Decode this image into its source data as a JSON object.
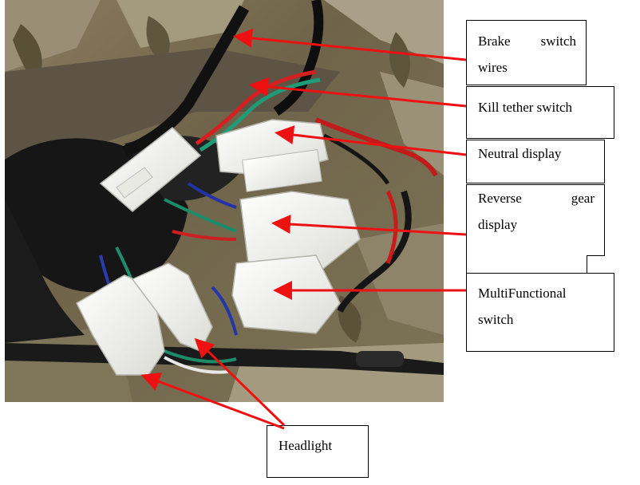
{
  "labels": {
    "brake": {
      "line1": "Brake switch",
      "line2": "wires"
    },
    "kill": {
      "text": "Kill tether switch"
    },
    "neutral": {
      "text": "Neutral display"
    },
    "reverse": {
      "line1": "Reverse gear",
      "line2": "display"
    },
    "multi": {
      "line1": "MultiFunctional",
      "line2": "switch"
    },
    "headlight": {
      "text": "Headlight"
    }
  },
  "colors": {
    "arrow": "#ee1111",
    "border": "#000000"
  }
}
